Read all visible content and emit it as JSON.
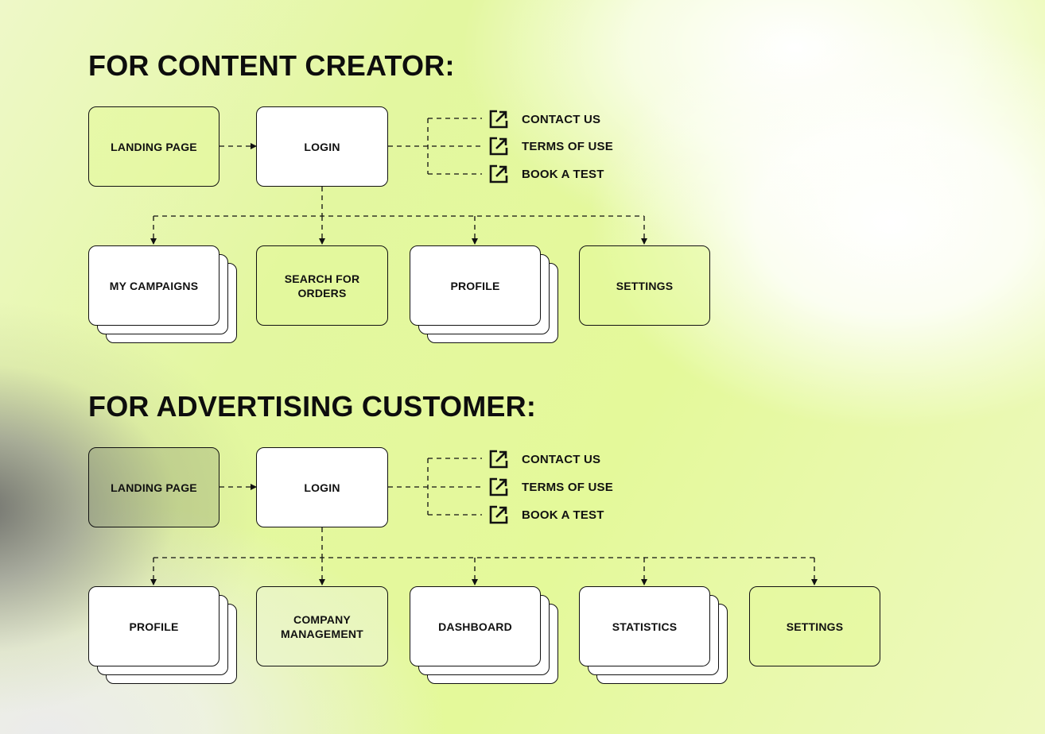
{
  "sections": [
    {
      "title": "FOR CONTENT CREATOR:",
      "landing": "LANDING PAGE",
      "login": "LOGIN",
      "links": [
        "CONTACT US",
        "TERMS OF USE",
        "BOOK A TEST"
      ],
      "children": [
        "MY CAMPAIGNS",
        "SEARCH FOR ORDERS",
        "PROFILE",
        "SETTINGS"
      ]
    },
    {
      "title": "FOR ADVERTISING CUSTOMER:",
      "landing": "LANDING PAGE",
      "login": "LOGIN",
      "links": [
        "CONTACT US",
        "TERMS OF USE",
        "BOOK A TEST"
      ],
      "children": [
        "PROFILE",
        "COMPANY MANAGEMENT",
        "DASHBOARD",
        "STATISTICS",
        "SETTINGS"
      ]
    }
  ],
  "icons": {
    "external_link": "external-link-icon"
  },
  "colors": {
    "accent": "#e4f99a",
    "stroke": "#111111",
    "node_fill": "#ffffff"
  }
}
